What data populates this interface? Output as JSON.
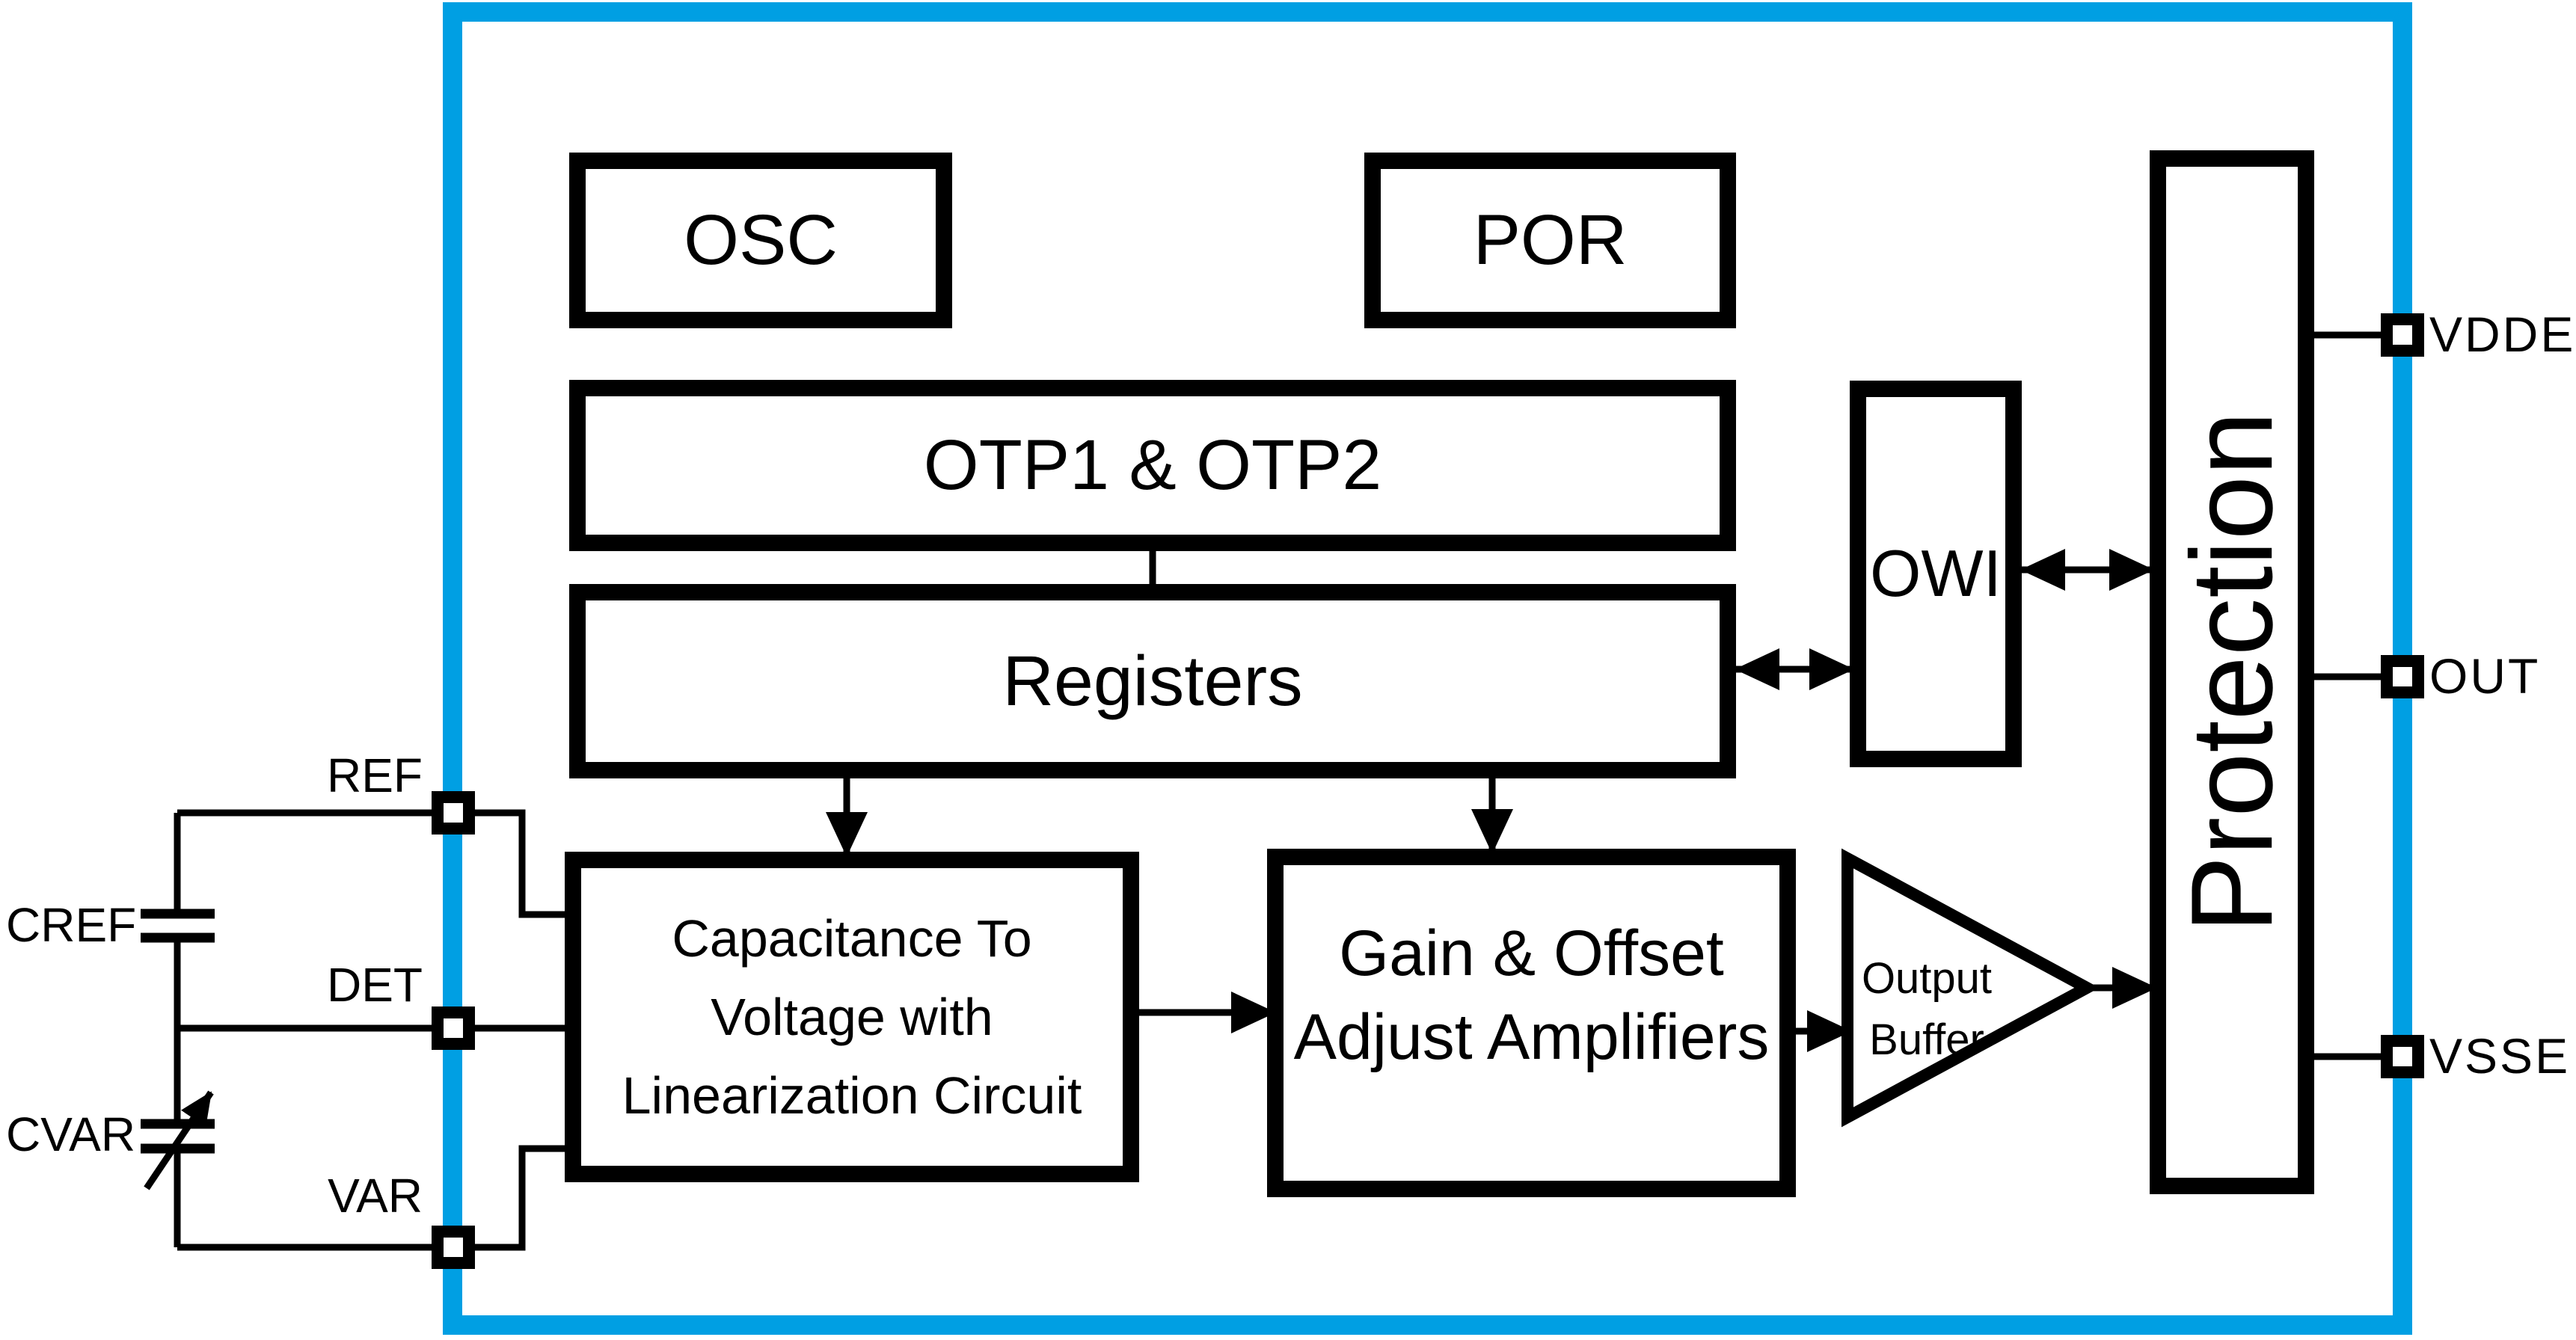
{
  "colors": {
    "border_blue": "#009FE3",
    "line_black": "#000000",
    "background": "#FFFFFF"
  },
  "blocks": {
    "osc": {
      "label": "OSC"
    },
    "por": {
      "label": "POR"
    },
    "otp": {
      "label": "OTP1 & OTP2"
    },
    "registers": {
      "label": "Registers"
    },
    "owi": {
      "label": "OWI"
    },
    "capacitance": {
      "lines": [
        "Capacitance To",
        "Voltage with",
        "Linearization Circuit"
      ]
    },
    "gain": {
      "lines": [
        "Gain & Offset",
        "Adjust Amplifiers"
      ]
    },
    "output_buffer": {
      "lines": [
        "Output",
        "Buffer"
      ]
    },
    "protection": {
      "label": "Protection"
    }
  },
  "pins": {
    "ref": {
      "label": "REF"
    },
    "det": {
      "label": "DET"
    },
    "var": {
      "label": "VAR"
    },
    "vdde": {
      "label": "VDDE"
    },
    "out": {
      "label": "OUT"
    },
    "vsse": {
      "label": "VSSE"
    }
  },
  "external_components": {
    "cref": {
      "label": "CREF"
    },
    "cvar": {
      "label": "CVAR"
    }
  }
}
